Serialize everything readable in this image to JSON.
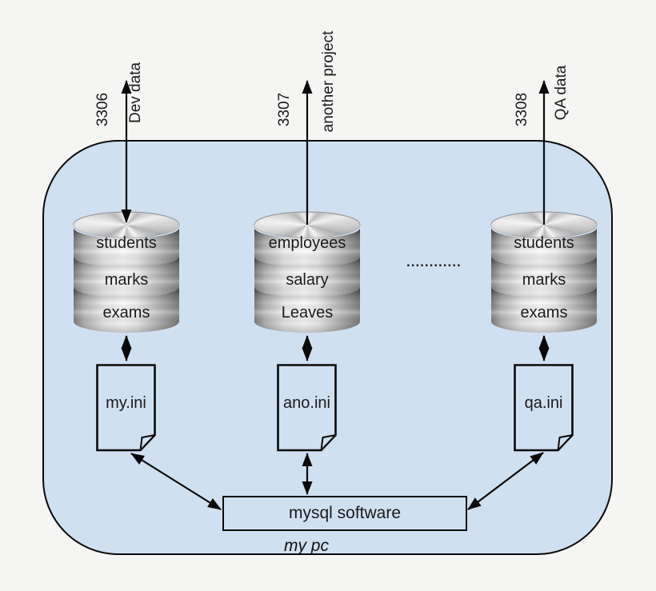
{
  "colors": {
    "container_fill": "#cfe0f1",
    "background": "#f5f5f4",
    "line": "#0a0a0a",
    "metal_light": "#fbfbfb",
    "metal_dark": "#7d7d7d"
  },
  "container": {
    "label": "my pc"
  },
  "ports": [
    {
      "number": "3306",
      "label": "Dev data"
    },
    {
      "number": "3307",
      "label": "another project"
    },
    {
      "number": "3308",
      "label": "QA data"
    }
  ],
  "databases": [
    {
      "tables": [
        "students",
        "marks",
        "exams"
      ]
    },
    {
      "tables": [
        "employees",
        "salary",
        "Leaves"
      ]
    },
    {
      "tables": [
        "students",
        "marks",
        "exams"
      ]
    }
  ],
  "ellipsis": "............",
  "config_files": [
    {
      "name": "my.ini"
    },
    {
      "name": "ano.ini"
    },
    {
      "name": "qa.ini"
    }
  ],
  "software": {
    "label": "mysql software"
  }
}
